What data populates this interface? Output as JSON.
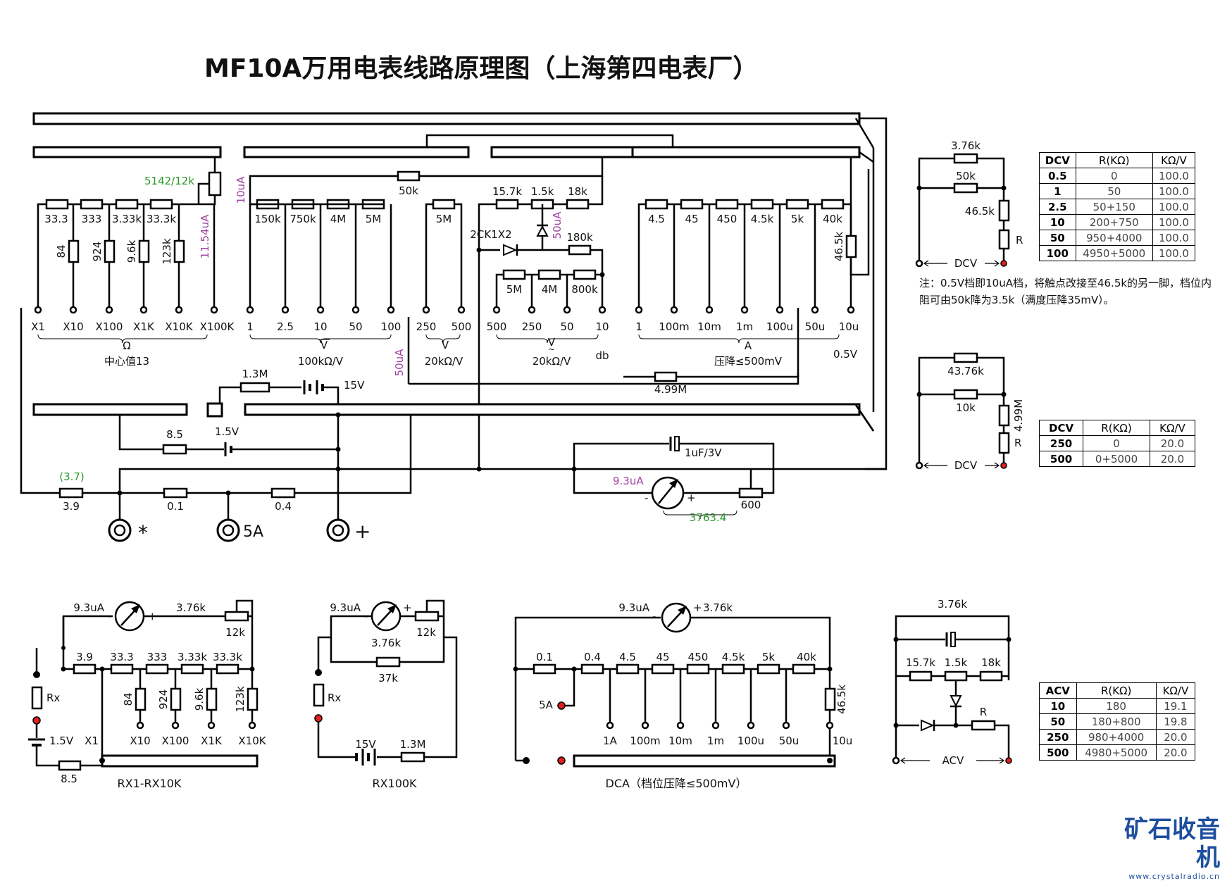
{
  "title": "MF10A万用电表线路原理图（上海第四电表厂）",
  "main": {
    "ohm_resistors": [
      "33.3",
      "333",
      "3.33k",
      "33.3k"
    ],
    "ohm_shunts": [
      "84",
      "924",
      "9.6k",
      "123k"
    ],
    "ohm_pot": "5142/12k",
    "ohm_current": "11.54uA",
    "ohm_ranges": [
      "X1",
      "X10",
      "X100",
      "X1K",
      "X10K",
      "X100K"
    ],
    "ohm_symbol": "Ω",
    "ohm_center": "中心值13",
    "dcv_current": "10uA",
    "dcv_resistors": [
      "150k",
      "750k",
      "4M",
      "5M"
    ],
    "dcv_ranges": [
      "1",
      "2.5",
      "10",
      "50",
      "100"
    ],
    "dcv_symbol": "V",
    "dcv_label": "100kΩ/V",
    "r50k": "50k",
    "dcv2_resistor": "5M",
    "dcv2_ranges": [
      "250",
      "500"
    ],
    "dcv2_symbol": "V",
    "dcv2_label": "20kΩ/V",
    "dcv2_current": "50uA",
    "acv_top": [
      "15.7k",
      "1.5k",
      "18k"
    ],
    "acv_diode": "2CK1X2",
    "acv_current": "50uA",
    "acv_180k": "180k",
    "acv_resistors": [
      "5M",
      "4M",
      "800k"
    ],
    "acv_ranges": [
      "500",
      "250",
      "50",
      "10"
    ],
    "acv_symbol": "V",
    "acv_label": "20kΩ/V",
    "acv_db": "db",
    "dca_resistors": [
      "4.5",
      "45",
      "450",
      "4.5k",
      "5k",
      "40k"
    ],
    "dca_465k": "46.5k",
    "dca_ranges": [
      "1",
      "100m",
      "10m",
      "1m",
      "100u",
      "50u",
      "10u"
    ],
    "dca_symbol": "A",
    "dca_label": "压降≤500mV",
    "dca_05v": "0.5V",
    "r13m": "1.3M",
    "bat15v": "15V",
    "r499m": "4.99M",
    "r85": "8.5",
    "bat15": "1.5V",
    "cap": "1uF/3V",
    "meter_current": "9.3uA",
    "meter_pot": "600",
    "meter_total": "3763.4",
    "r37_note": "(3.7)",
    "r39": "3.9",
    "r01": "0.1",
    "r04": "0.4",
    "jack_labels": [
      "*",
      "5A",
      "+"
    ]
  },
  "dcv_side": {
    "top": "3.76k",
    "r50k": "50k",
    "r465k": "46.5k",
    "r": "R",
    "label": "DCV"
  },
  "table_dcv1": {
    "headers": [
      "DCV",
      "R(KΩ)",
      "KΩ/V"
    ],
    "rows": [
      [
        "0.5",
        "0",
        "100.0"
      ],
      [
        "1",
        "50",
        "100.0"
      ],
      [
        "2.5",
        "50+150",
        "100.0"
      ],
      [
        "10",
        "200+750",
        "100.0"
      ],
      [
        "50",
        "950+4000",
        "100.0"
      ],
      [
        "100",
        "4950+5000",
        "100.0"
      ]
    ]
  },
  "note": "注：0.5V档即10uA档，将触点改接至46.5k的另一脚，档位内阻可由50k降为3.5k（满度压降35mV）。",
  "dcv_side2": {
    "top": "43.76k",
    "r10k": "10k",
    "r499m": "4.99M",
    "r": "R",
    "label": "DCV"
  },
  "table_dcv2": {
    "headers": [
      "DCV",
      "R(KΩ)",
      "KΩ/V"
    ],
    "rows": [
      [
        "250",
        "0",
        "20.0"
      ],
      [
        "500",
        "0+5000",
        "20.0"
      ]
    ]
  },
  "rx1": {
    "meter": "9.3uA",
    "r376": "3.76k",
    "pot": "12k",
    "resistors": [
      "3.9",
      "33.3",
      "333",
      "3.33k",
      "33.3k"
    ],
    "shunts": [
      "84",
      "924",
      "9.6k",
      "123k"
    ],
    "ranges": [
      "X1",
      "X10",
      "X100",
      "X1K",
      "X10K"
    ],
    "rx": "Rx",
    "bat": "1.5V",
    "r85": "8.5",
    "caption": "RX1-RX10K"
  },
  "rx100k": {
    "meter": "9.3uA",
    "pot": "12k",
    "r376": "3.76k",
    "r37k": "37k",
    "rx": "Rx",
    "bat": "15V",
    "r13m": "1.3M",
    "caption": "RX100K"
  },
  "dca": {
    "meter": "9.3uA",
    "r376": "3.76k",
    "resistors": [
      "0.1",
      "0.4",
      "4.5",
      "45",
      "450",
      "4.5k",
      "5k",
      "40k"
    ],
    "r465k": "46.5k",
    "a5": "5A",
    "ranges": [
      "1A",
      "100m",
      "10m",
      "1m",
      "100u",
      "50u",
      "10u"
    ],
    "caption": "DCA（档位压降≤500mV）"
  },
  "acv_side": {
    "top": "3.76k",
    "r157": "15.7k",
    "r15": "1.5k",
    "r18": "18k",
    "r": "R",
    "label": "ACV"
  },
  "table_acv": {
    "headers": [
      "ACV",
      "R(KΩ)",
      "KΩ/V"
    ],
    "rows": [
      [
        "10",
        "180",
        "19.1"
      ],
      [
        "50",
        "180+800",
        "19.8"
      ],
      [
        "250",
        "980+4000",
        "20.0"
      ],
      [
        "500",
        "4980+5000",
        "20.0"
      ]
    ]
  },
  "logo": {
    "name": "矿石收音机",
    "url": "www.crystalradio.cn"
  },
  "colors": {
    "purple": "#a040a0",
    "green": "#2a9a2a",
    "red": "#e02020",
    "logo": "#1d4f9e"
  }
}
